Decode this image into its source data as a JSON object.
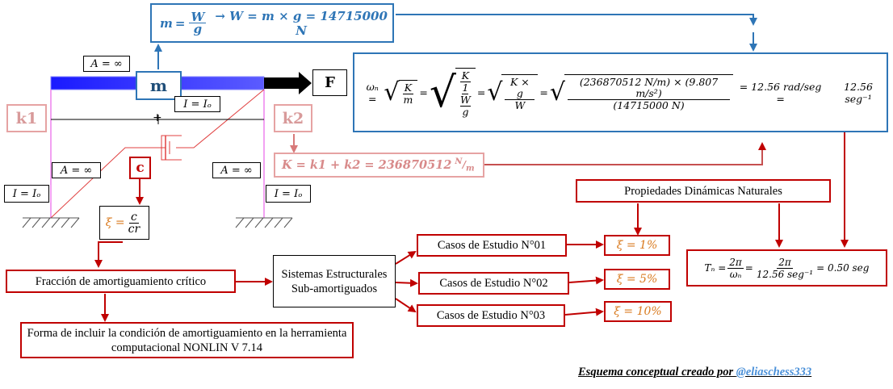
{
  "mass_formula": {
    "lhs": "m",
    "frac_num": "W",
    "frac_den": "g",
    "rhs": "→ W = m × g = 14715000 N"
  },
  "structure": {
    "mass_label": "m",
    "force_label": "F",
    "beam_area": "A = ∞",
    "beam_inertia": "I = Iₒ",
    "left_column_area": "A = ∞",
    "right_column_area": "A = ∞",
    "left_column_inertia": "I = Iₒ",
    "right_column_inertia": "I = Iₒ",
    "k1_label": "k1",
    "k2_label": "k2",
    "damper_label": "c",
    "center_plus": "+"
  },
  "stiffness_formula": {
    "lhs": "K = k1 + k2 = 236870512",
    "unit_num": "N",
    "unit_den": "m"
  },
  "damping_ratio": {
    "lhs": "ξ =",
    "num": "c",
    "den": "cr"
  },
  "omega_formula": {
    "lhs": "ωₙ =",
    "t1_num": "K",
    "t1_den": "m",
    "t2_num": "K",
    "t2_den_num": "1",
    "t2_den_den_num": "W",
    "t2_den_den_den": "g",
    "t3_num": "K × g",
    "t3_den": "W",
    "t4_num": "(236870512 N/m) × (9.807 m/s²)",
    "t4_den": "(14715000 N)",
    "result": "= 12.56 rad/seg =",
    "circled": "12.56 seg⁻¹"
  },
  "properties_title": "Propiedades Dinámicas Naturales",
  "period_formula": {
    "lhs": "Tₙ =",
    "f1_num": "2π",
    "f1_den": "ωₙ",
    "f2_num": "2π",
    "f2_den": "12.56 seg⁻¹",
    "result": "= 0.50 seg"
  },
  "fraction_box": "Fracción de amortiguamiento crítico",
  "form_box": "Forma de incluir la condición de amortiguamiento en la herramienta computacional NONLIN V 7.14",
  "systems_box": "Sistemas Estructurales Sub-amortiguados",
  "cases": [
    {
      "label": "Casos de Estudio N°01",
      "value": "ξ = 1%"
    },
    {
      "label": "Casos de Estudio N°02",
      "value": "ξ = 5%"
    },
    {
      "label": "Casos de Estudio N°03",
      "value": "ξ = 10%"
    }
  ],
  "footer": {
    "text": "Esquema  conceptual creado por ",
    "handle": "@eliaschess333"
  },
  "colors": {
    "blue": "#2e75b6",
    "red": "#c00000",
    "pink": "#e6a3a3",
    "orange": "#d97a1e",
    "magenta": "#ee82ee"
  }
}
